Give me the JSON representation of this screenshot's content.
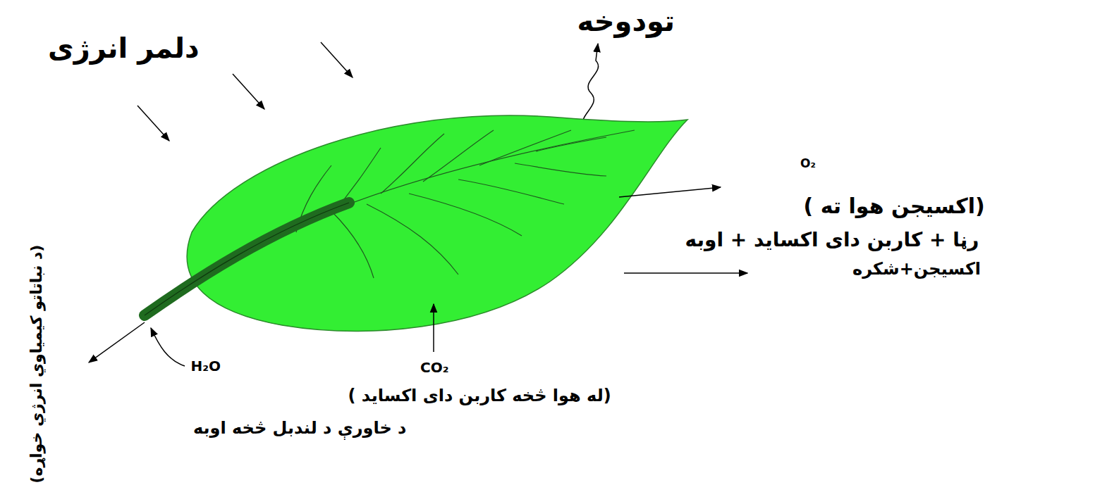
{
  "diagram": {
    "labels": [
      "دلمر انرژی",
      "تودوخه",
      "O₂",
      "(اکسیجن هوا ته )",
      "رڼا + کاربن دای اکساید + اوبه",
      "اکسیجن+شکره",
      "CO₂",
      "(له هوا څخه کاربن دای اکساید )",
      "H₂O",
      "د خاورې د لندبل څخه اوبه",
      "(د نباتاتو کیمیاوي انرژي خواړه)"
    ]
  }
}
